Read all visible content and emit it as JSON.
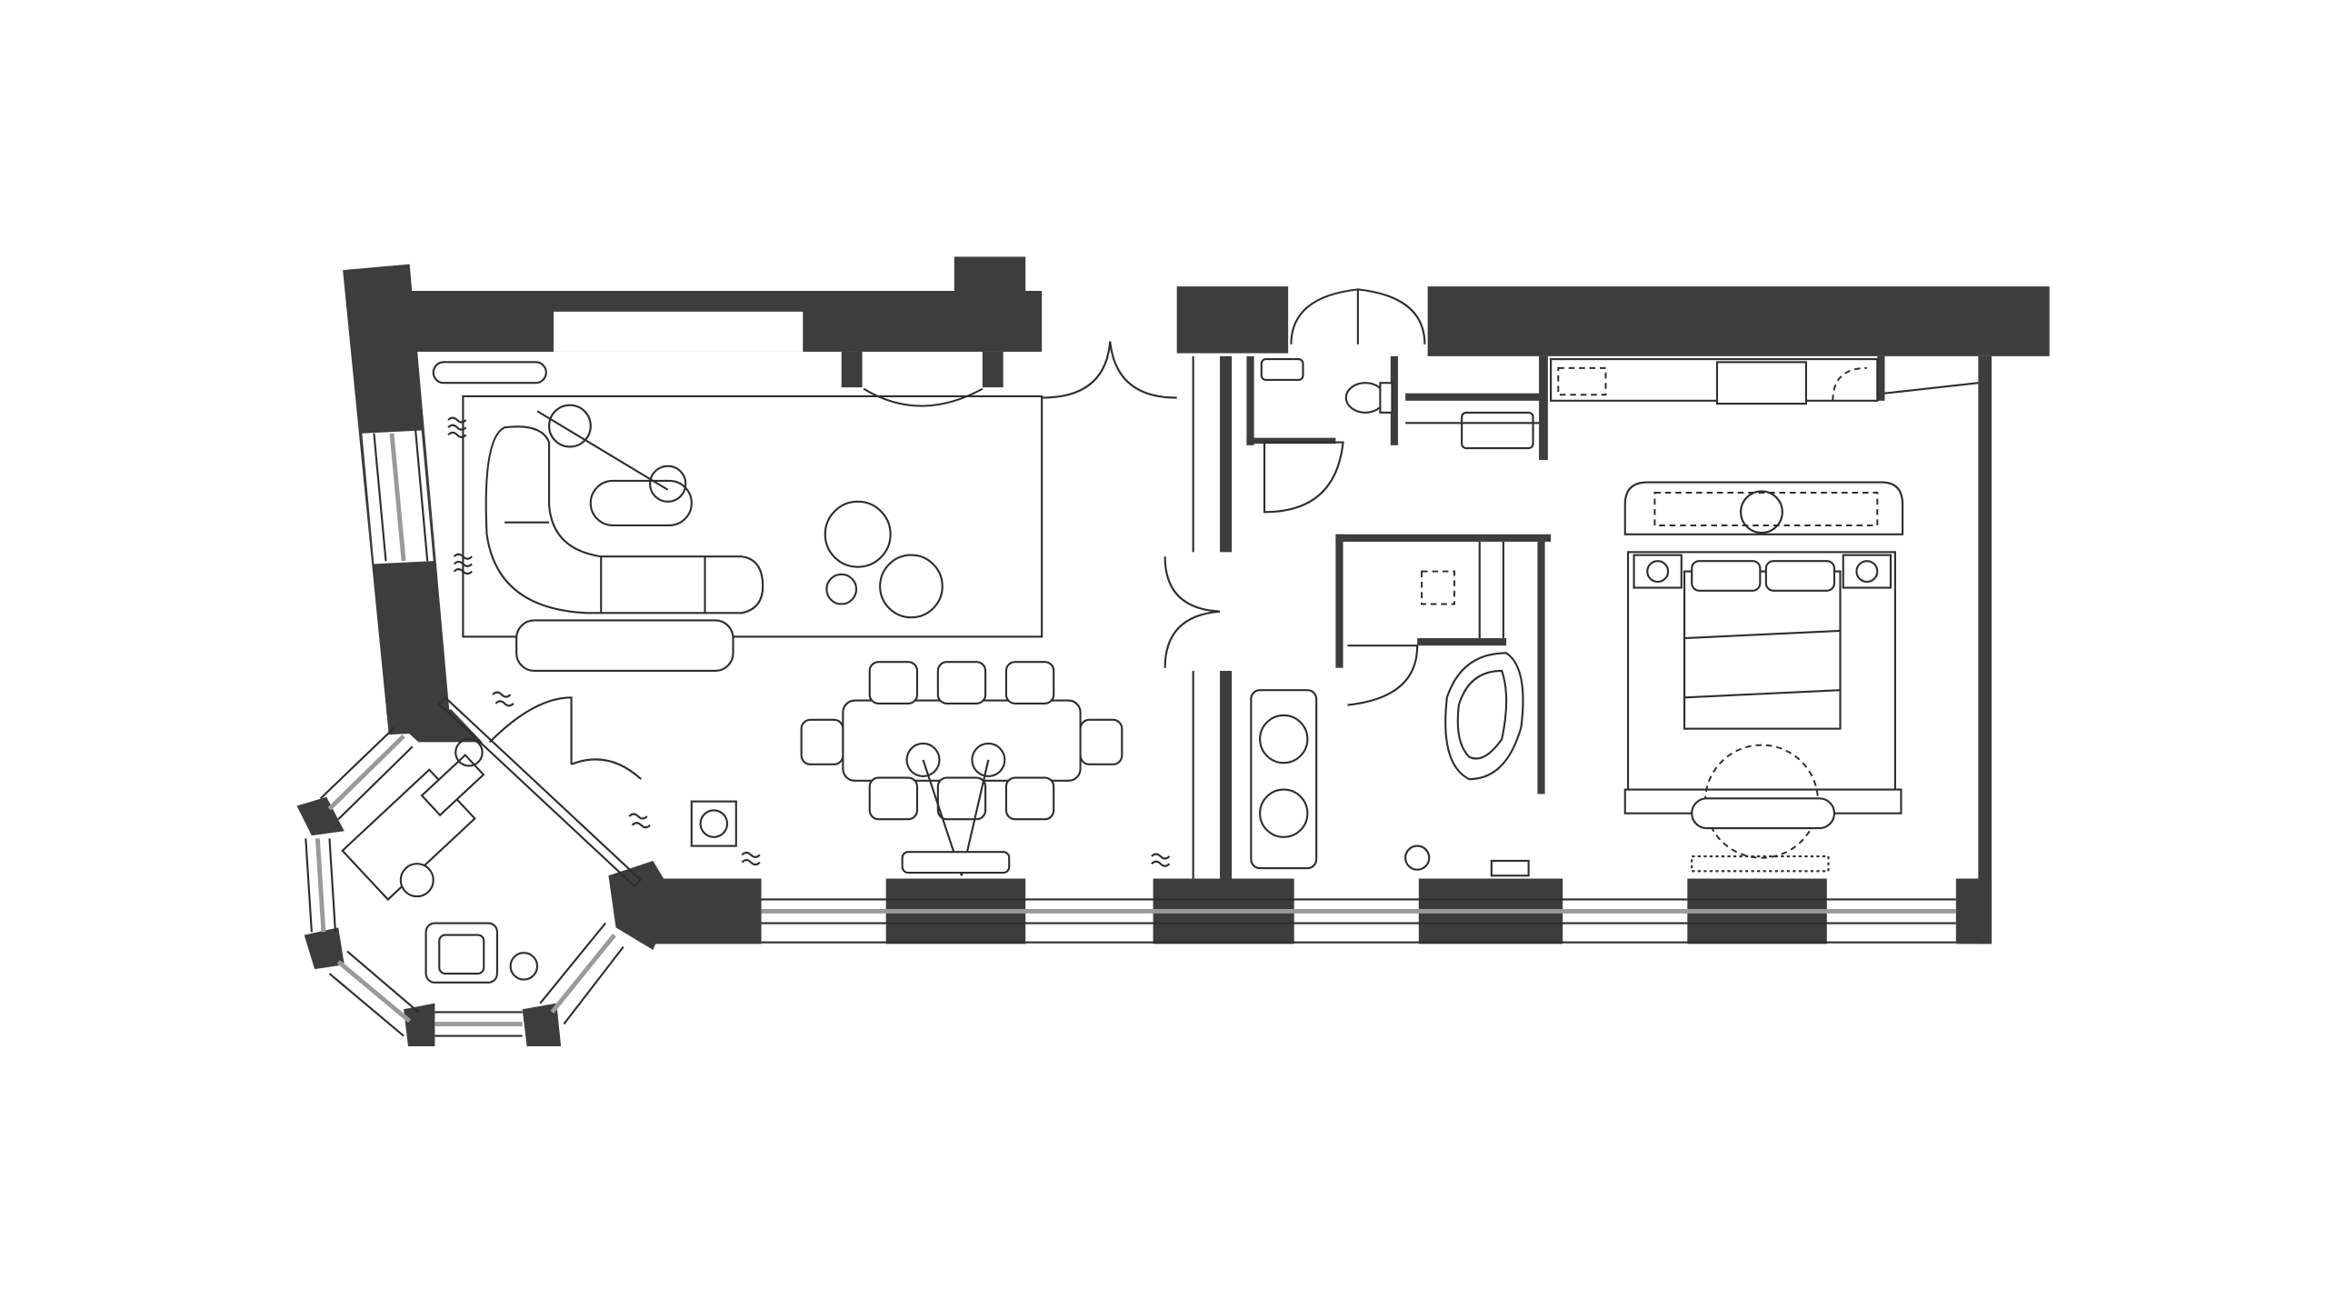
{
  "diagram": {
    "type": "architectural floor plan",
    "colors": {
      "wall": "#3d3d3d",
      "line": "#2e2e2e",
      "window_glass": "#9a9a9a",
      "background": "#ffffff"
    },
    "rooms": [
      "living-room",
      "dining-area",
      "bay-study",
      "entry-hall",
      "wc",
      "bathroom",
      "bedroom"
    ]
  }
}
